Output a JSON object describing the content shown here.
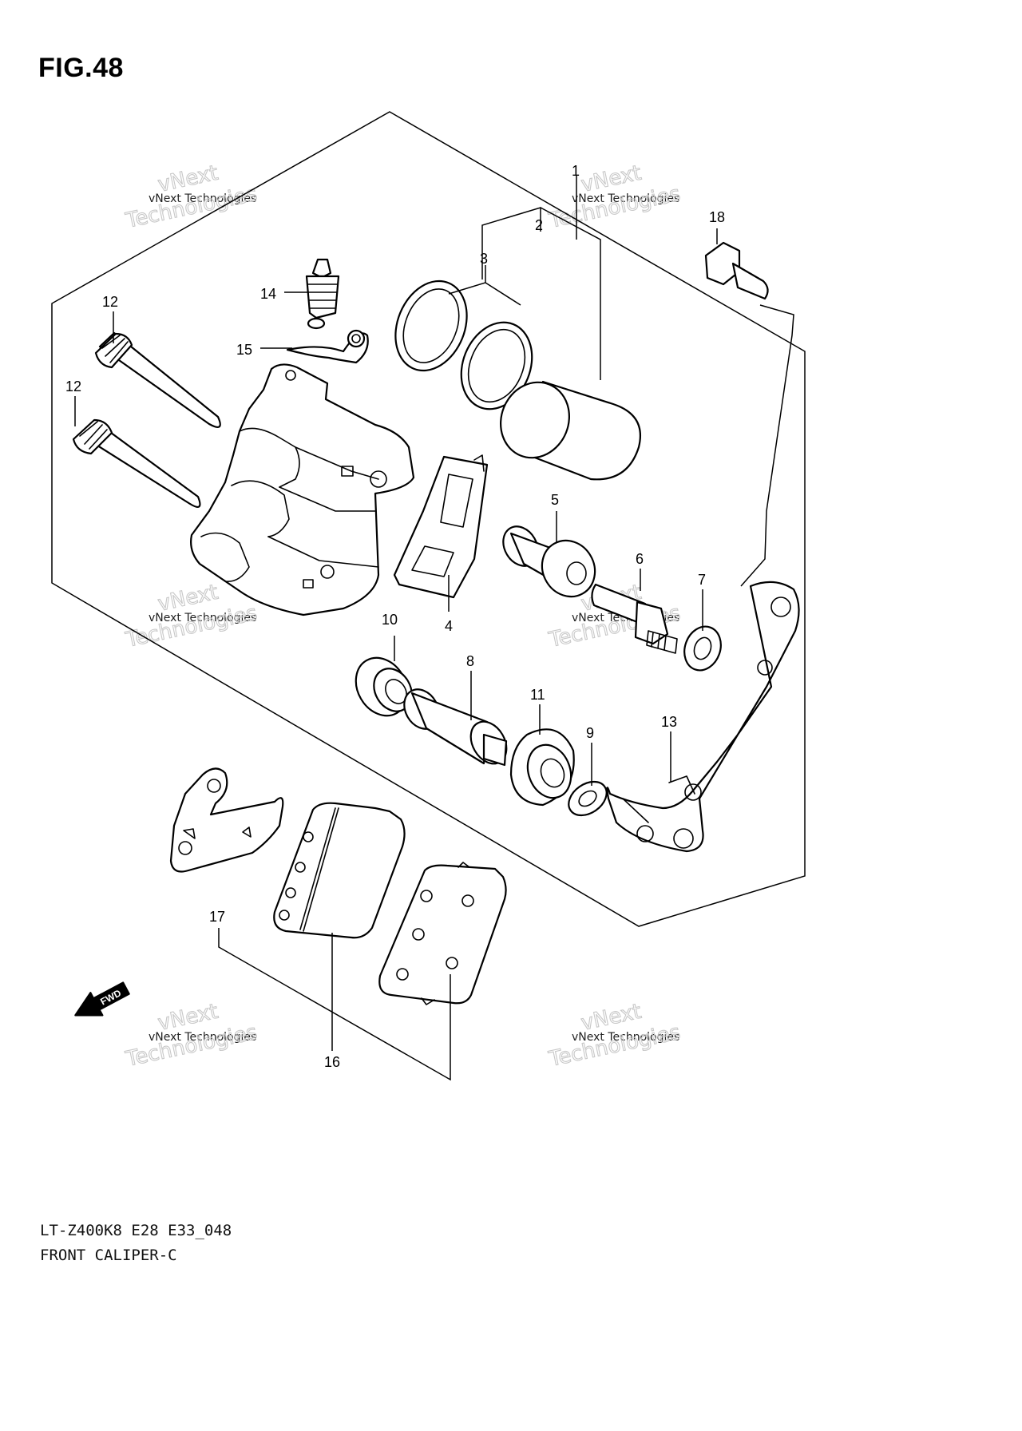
{
  "figure": {
    "title": "FIG.48",
    "model_code": "LT-Z400K8 E28 E33_048",
    "name": "FRONT CALIPER-C",
    "fwd_label": "FWD"
  },
  "watermark": {
    "line_small": "vNext Technologies",
    "line_big_1": "vNext",
    "line_big_2": "Technologies"
  },
  "callouts": [
    {
      "id": "c1",
      "label": "1"
    },
    {
      "id": "c2",
      "label": "2"
    },
    {
      "id": "c3",
      "label": "3"
    },
    {
      "id": "c4",
      "label": "4"
    },
    {
      "id": "c5",
      "label": "5"
    },
    {
      "id": "c6",
      "label": "6"
    },
    {
      "id": "c7",
      "label": "7"
    },
    {
      "id": "c8",
      "label": "8"
    },
    {
      "id": "c9",
      "label": "9"
    },
    {
      "id": "c10",
      "label": "10"
    },
    {
      "id": "c11",
      "label": "11"
    },
    {
      "id": "c12a",
      "label": "12"
    },
    {
      "id": "c12b",
      "label": "12"
    },
    {
      "id": "c13",
      "label": "13"
    },
    {
      "id": "c14",
      "label": "14"
    },
    {
      "id": "c15",
      "label": "15"
    },
    {
      "id": "c16",
      "label": "16"
    },
    {
      "id": "c17",
      "label": "17"
    },
    {
      "id": "c18",
      "label": "18"
    }
  ]
}
